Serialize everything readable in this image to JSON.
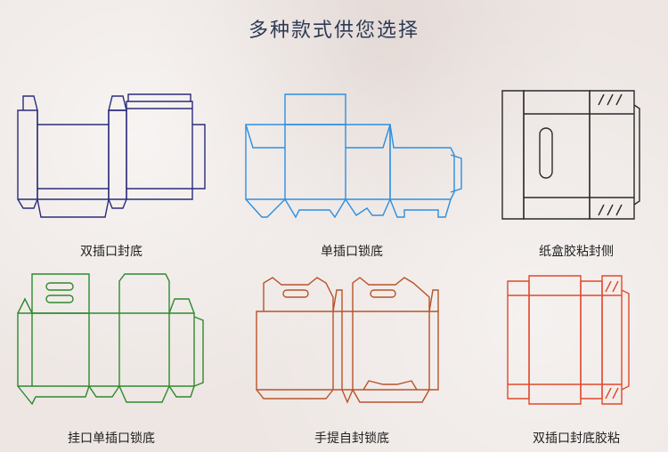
{
  "title": "多种款式供您选择",
  "items": [
    {
      "label": "双插口封底",
      "color": "#2b2c7a"
    },
    {
      "label": "单插口锁底",
      "color": "#2d8fe0"
    },
    {
      "label": "纸盒胶粘封侧",
      "color": "#2a2a2a"
    },
    {
      "label": "挂口单插口锁底",
      "color": "#2e8a2e"
    },
    {
      "label": "手提自封锁底",
      "color": "#b8532a"
    },
    {
      "label": "双插口封底胶粘",
      "color": "#e2482b"
    }
  ]
}
